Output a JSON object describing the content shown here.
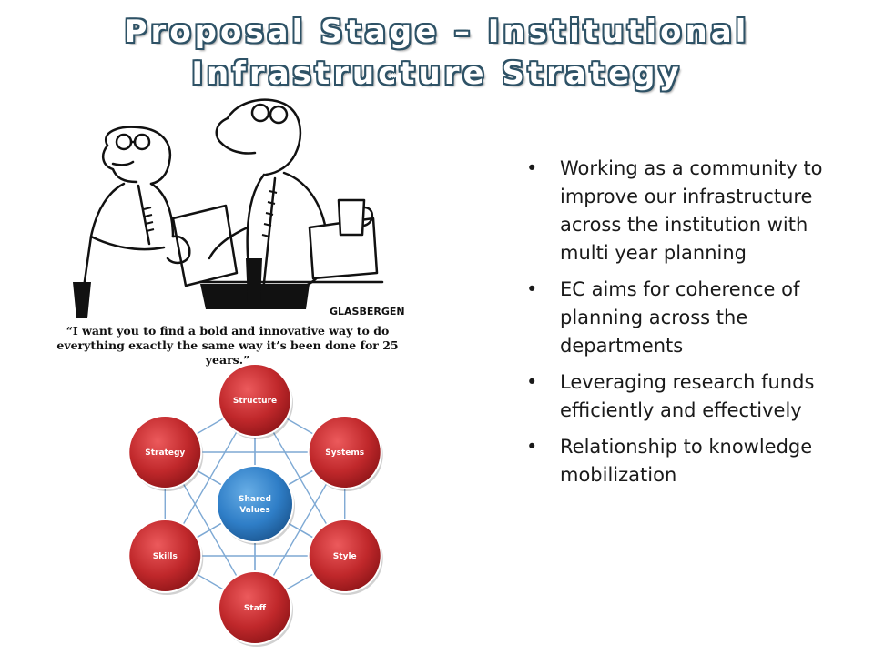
{
  "title": {
    "line1": "Proposal Stage – Institutional",
    "line2": "Infrastructure Strategy"
  },
  "cartoon": {
    "signature": "GLASBERGEN",
    "caption_line1": "“I want you to find a bold and innovative way to do",
    "caption_line2": "everything exactly the same way it’s been done for 25 years.”"
  },
  "diagram": {
    "center": "Shared Values",
    "nodes": [
      "Structure",
      "Systems",
      "Style",
      "Staff",
      "Skills",
      "Strategy"
    ],
    "colors": {
      "outer": "#c0282b",
      "center": "#2f7ec7",
      "lines": "#7ea9d4"
    }
  },
  "bullets": [
    "Working as a community to improve our infrastructure across the institution with multi year planning",
    "EC aims for coherence of planning across the departments",
    "Leveraging research funds efficiently and effectively",
    "Relationship to knowledge mobilization"
  ]
}
